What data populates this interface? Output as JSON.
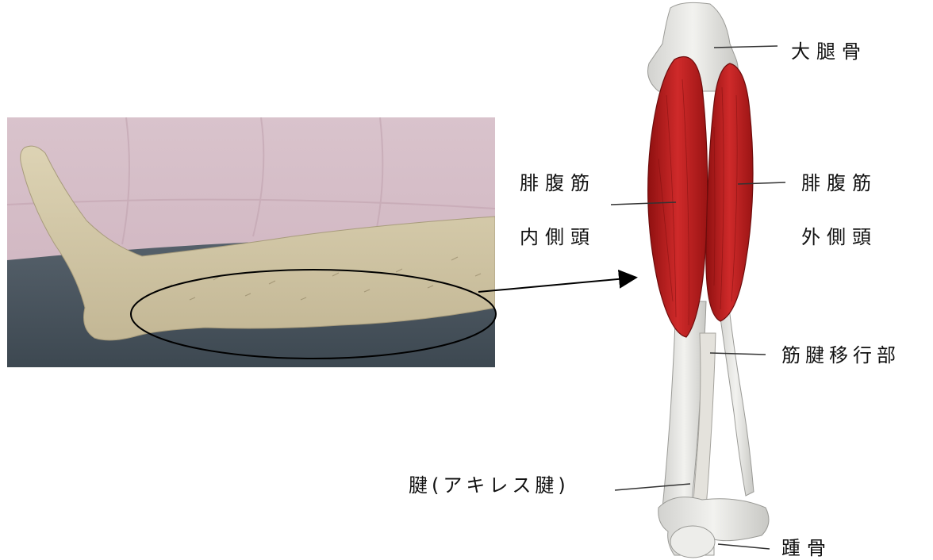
{
  "labels": {
    "femur": "大腿骨",
    "medial_head_1": "腓腹筋",
    "medial_head_2": "内側頭",
    "lateral_head_1": "腓腹筋",
    "lateral_head_2": "外側頭",
    "musculotendinous_junction": "筋腱移行部",
    "achilles_tendon": "腱(アキレス腱)",
    "calcaneus": "踵骨"
  },
  "colors": {
    "muscle": "#b81c1c",
    "bone": "#e9e9e6",
    "curtain": "#d7bfc8",
    "mat": "#45505a",
    "skin": "#d2c7a6"
  }
}
